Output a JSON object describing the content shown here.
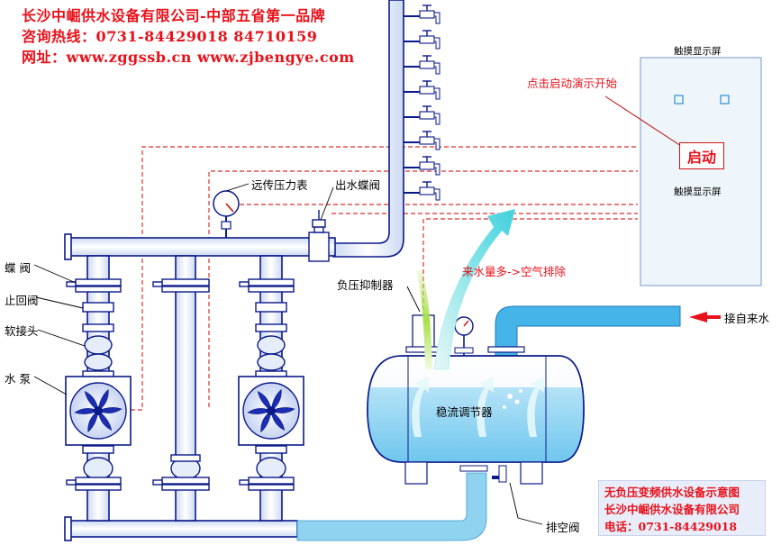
{
  "header": {
    "line1": "长沙中崛供水设备有限公司-中部五省第一品牌",
    "line2": "咨询热线：0731-84429018  84710159",
    "line3": "网址：www.zggssb.cn www.zjbengye.com"
  },
  "labels": {
    "butterfly_valve": "蝶  阀",
    "check_valve": "止回阀",
    "soft_joint": "软接头",
    "water_pump": "水  泵",
    "pressure_gauge": "远传压力表",
    "outlet_valve": "出水蝶阀",
    "suppressor": "负压抑制器",
    "stabilizer": "稳流调节器",
    "inlet": "接自来水",
    "drain_valve": "排空阀",
    "air_exhaust": "来水量多->空气排除",
    "demo_prompt": "点击启动演示开始"
  },
  "screen": {
    "title_top": "触摸显示屏",
    "title_bottom": "触摸显示屏",
    "start_button": "启动"
  },
  "info_box": {
    "line1": "无负压变频供水设备示意图",
    "line2": "长沙中崛供水设备有限公司",
    "line3": "电话：0731-84429018"
  },
  "colors": {
    "brand_red": "#e8111a",
    "pipe_fill": "#dfe8f8",
    "water_blue": "#8fd3f1",
    "inlet_blue": "#45b4e8",
    "control_line": "#e05050"
  }
}
